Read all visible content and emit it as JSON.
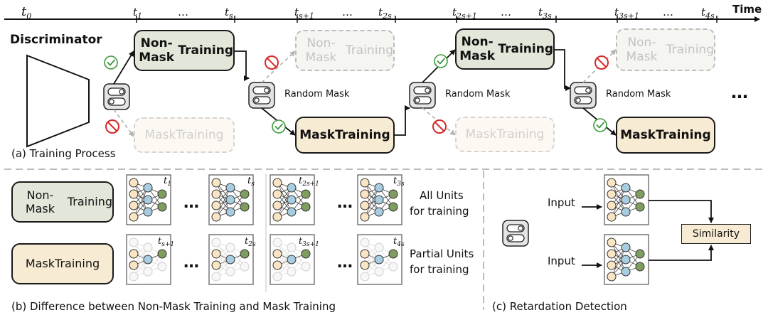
{
  "time_axis": {
    "label": "Time",
    "ticks": [
      "t0",
      "t1",
      "…",
      "ts",
      "ts+1",
      "…",
      "t2s",
      "t2s+1",
      "…",
      "t3s",
      "t3s+1",
      "…",
      "t4s"
    ]
  },
  "discriminator": {
    "label": "Discriminator"
  },
  "stages": [
    {
      "nonmask": "Non-Mask Training",
      "mask": "Mask Training",
      "active": "nonmask"
    },
    {
      "nonmask": "Non-Mask Training",
      "mask": "Mask Training",
      "active": "mask",
      "switch_label": "Random Mask"
    },
    {
      "nonmask": "Non-Mask Training",
      "mask": "Mask Training",
      "active": "nonmask",
      "switch_label": "Random Mask"
    },
    {
      "nonmask": "Non-Mask Training",
      "mask": "Mask Training",
      "active": "mask",
      "switch_label": "Random Mask"
    }
  ],
  "ellipsis": "…",
  "section_a": "(a) Training Process",
  "section_b": "(b) Difference between Non-Mask Training and Mask Training",
  "section_c": "(c) Retardation Detection",
  "legend": {
    "nonmask": "Non-Mask Training",
    "mask": "Mask Training",
    "nonmask_note": [
      "All Units",
      "for training"
    ],
    "mask_note": [
      "Partial Units",
      "for training"
    ]
  },
  "network_panels_top": [
    "t1",
    "ts",
    "t2s+1",
    "t3s"
  ],
  "network_panels_bottom": [
    "ts+1",
    "t2s",
    "t3s+1",
    "t4s"
  ],
  "retardation": {
    "input1": "Input",
    "input2": "Input",
    "output": "Similarity"
  },
  "colors": {
    "nonmask_fill": "#e2e7d9",
    "mask_fill": "#f8ebd3",
    "node_input": "#f9e5c3",
    "node_hidden": "#a9cde0",
    "node_output": "#7f9d5e",
    "check": "#3a9a3a",
    "forbid": "#d42a2a"
  }
}
